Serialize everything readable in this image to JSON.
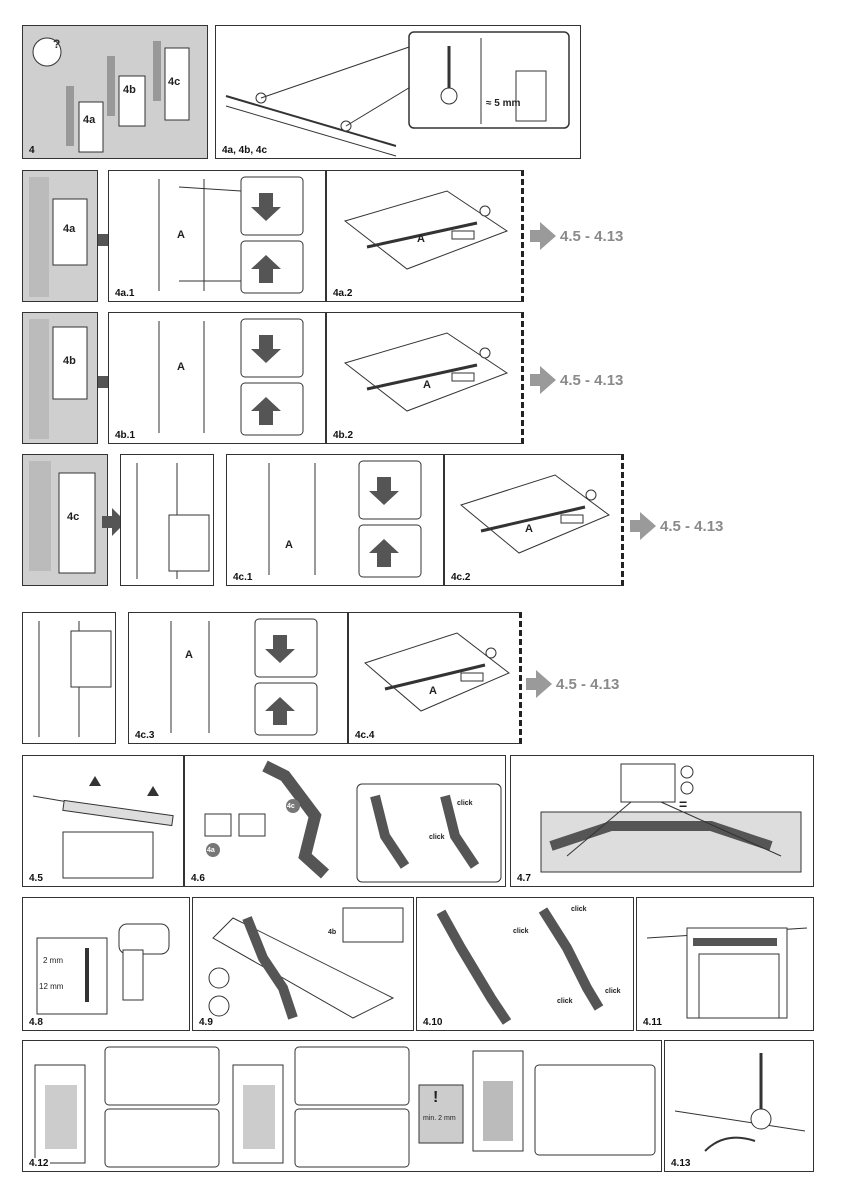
{
  "labels": {
    "p4": "4",
    "p4abc": "4a, 4b, 4c",
    "p4a1": "4a.1",
    "p4a2": "4a.2",
    "p4b1": "4b.1",
    "p4b2": "4b.2",
    "p4c1": "4c.1",
    "p4c2": "4c.2",
    "p4c3": "4c.3",
    "p4c4": "4c.4",
    "p45": "4.5",
    "p46": "4.6",
    "p47": "4.7",
    "p48": "4.8",
    "p49": "4.9",
    "p410": "4.10",
    "p411": "4.11",
    "p412": "4.12",
    "p413": "4.13"
  },
  "doors": {
    "a": "4a",
    "b": "4b",
    "c": "4c"
  },
  "part_letter": "A",
  "measure_5mm": "≈ 5 mm",
  "measure_2mm": "2 mm",
  "measure_12mm": "12 mm",
  "min_gap": "min. 2 mm",
  "click": "click",
  "ref_range": "4.5 - 4.13",
  "equals": "="
}
